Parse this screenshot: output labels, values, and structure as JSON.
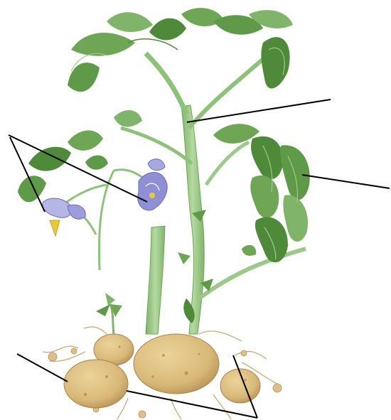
{
  "figure": {
    "kind": "botanical illustration with unlabeled leader lines",
    "subject": "potato plant",
    "parts": [
      "flowers",
      "stem",
      "leaves",
      "tubers",
      "roots"
    ]
  },
  "colors": {
    "background": "#ffffff",
    "leaf_dark": "#4f8a3a",
    "leaf_light": "#8fc47a",
    "stem": "#9cc98a",
    "flower": "#8f8fd6",
    "flower_center": "#e8c93a",
    "tuber": "#d9b979",
    "tuber_shade": "#b8935a",
    "root": "#c8a97a",
    "leader_line": "#000000"
  },
  "labels": []
}
